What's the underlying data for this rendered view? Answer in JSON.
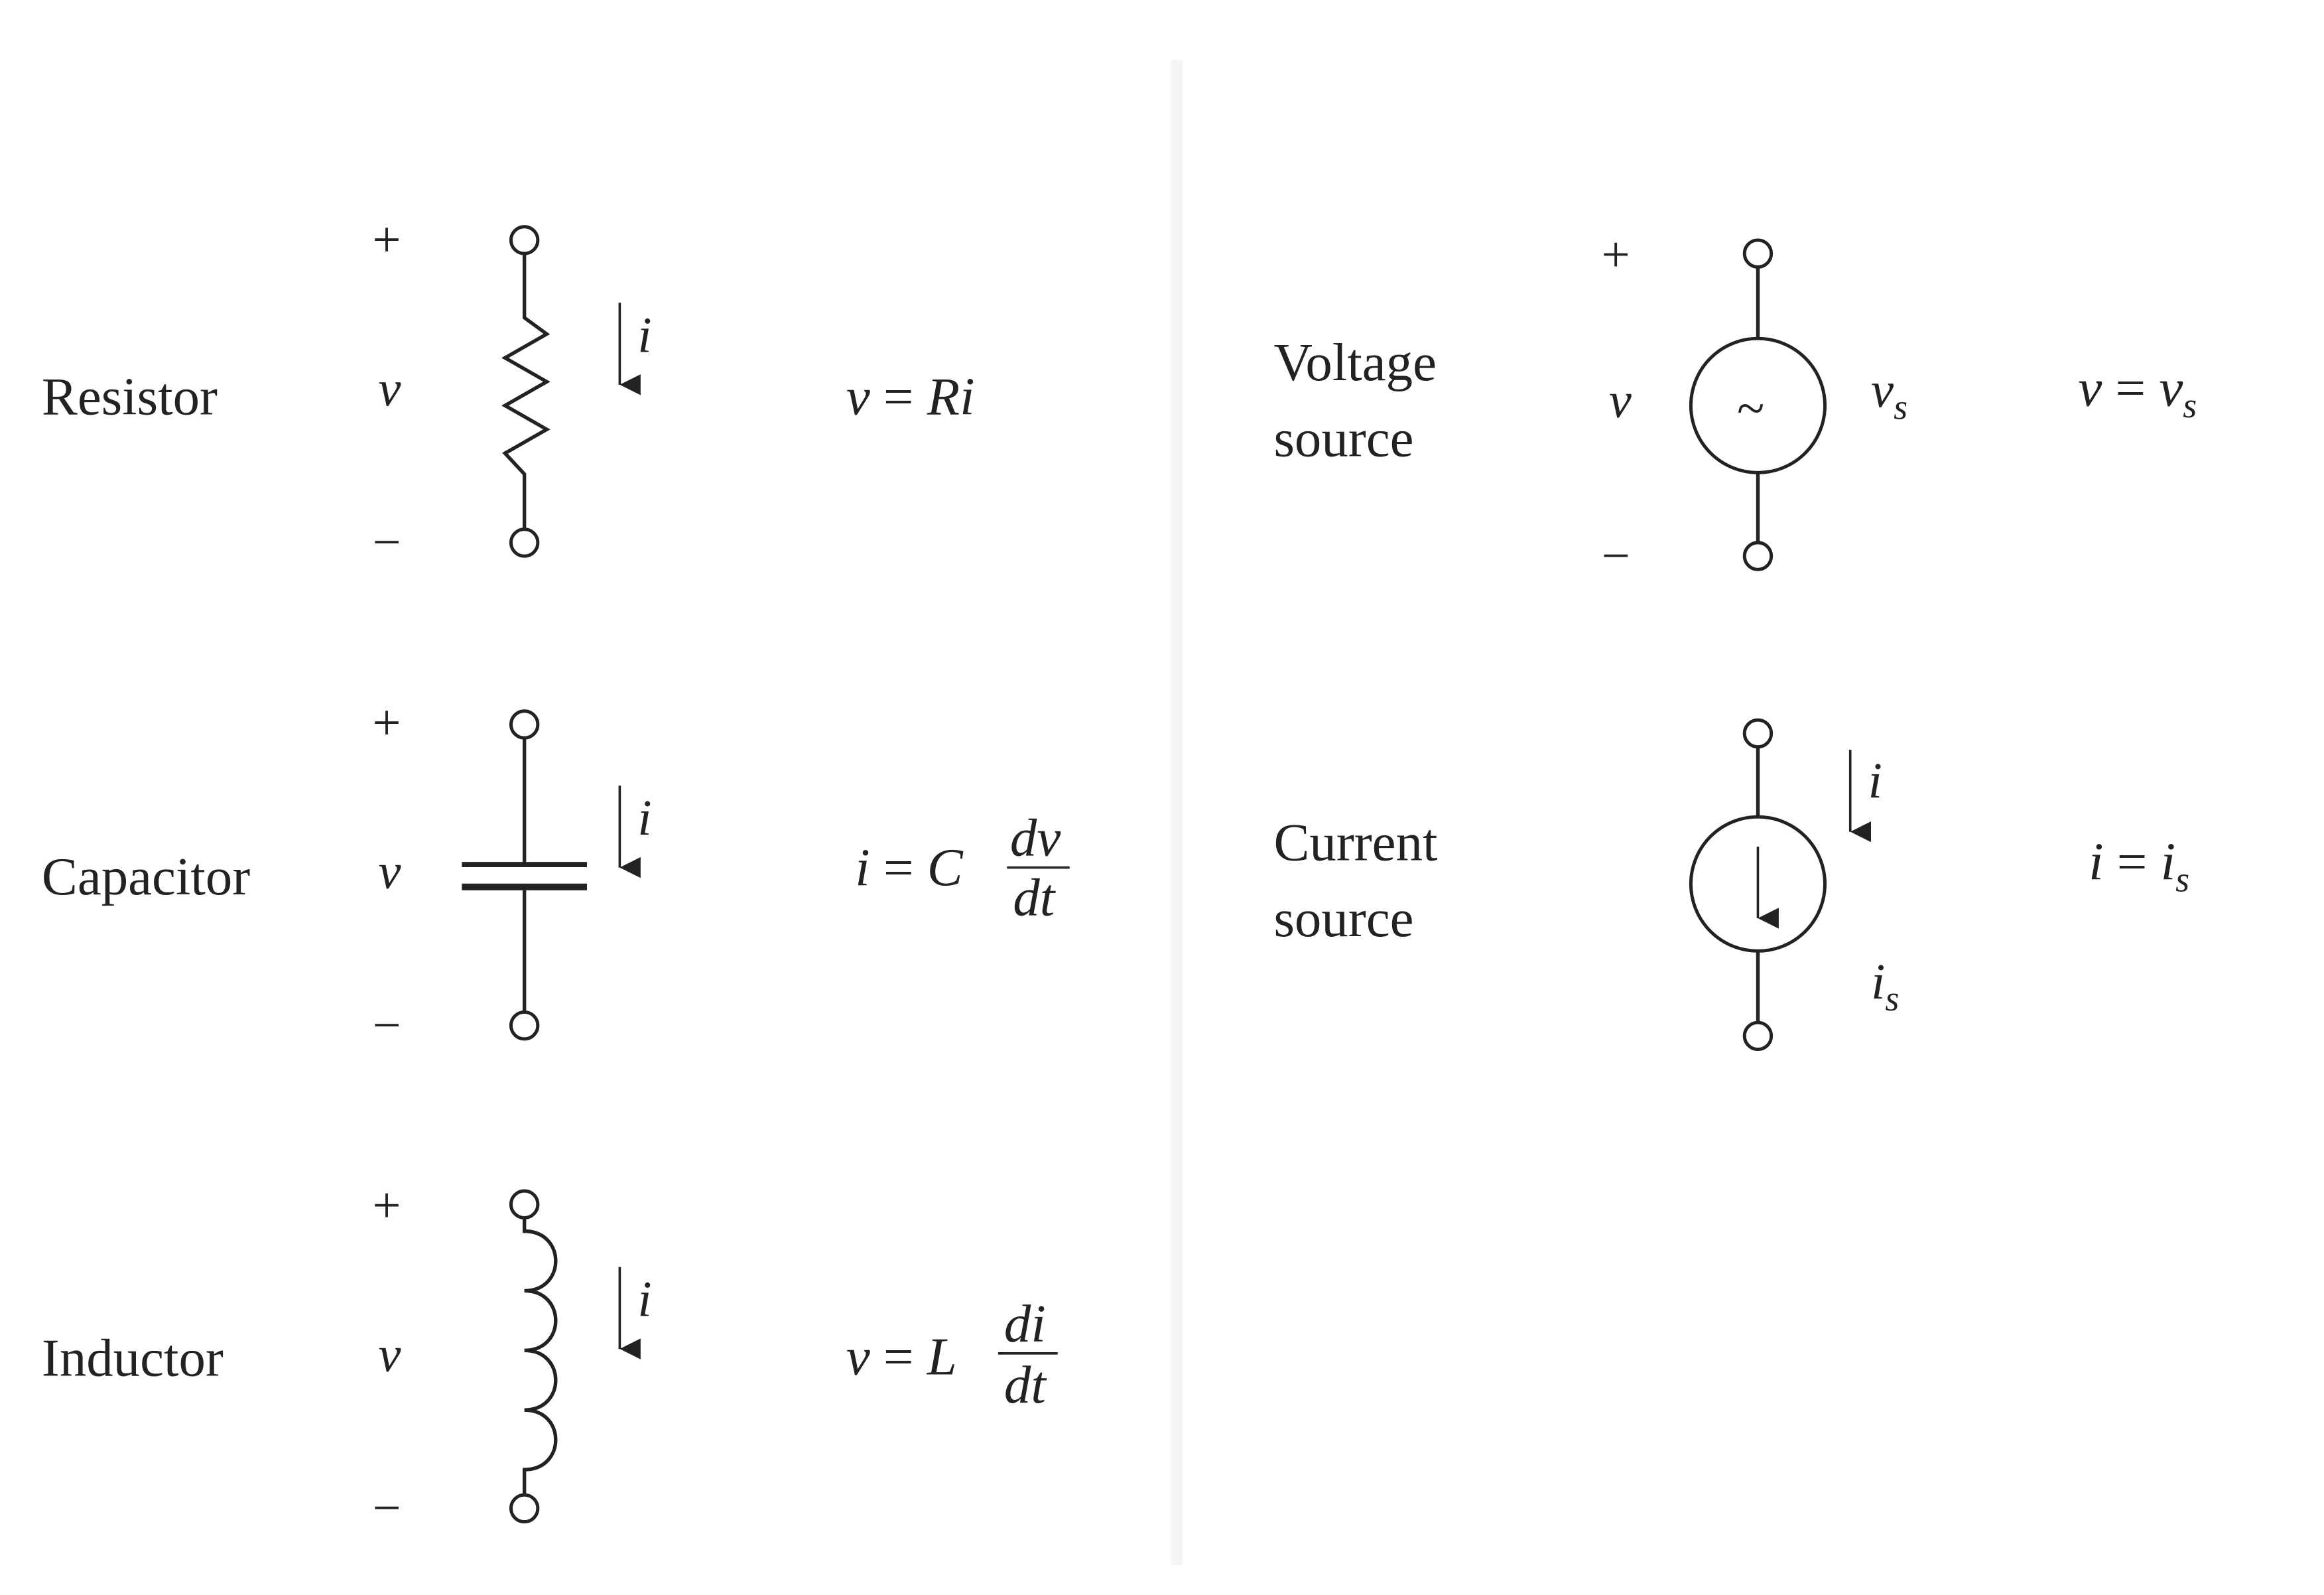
{
  "elements": {
    "resistor": {
      "name": "Resistor",
      "plus": "+",
      "minus": "−",
      "voltage": "v",
      "current": "i",
      "equation": {
        "lhs": "v",
        "eq": "=",
        "rhs": "Ri"
      }
    },
    "capacitor": {
      "name": "Capacitor",
      "plus": "+",
      "minus": "−",
      "voltage": "v",
      "current": "i",
      "equation": {
        "lhs": "i",
        "eq": "=",
        "coef": "C",
        "num": "dv",
        "den": "dt"
      }
    },
    "inductor": {
      "name": "Inductor",
      "plus": "+",
      "minus": "−",
      "voltage": "v",
      "current": "i",
      "equation": {
        "lhs": "v",
        "eq": "=",
        "coef": "L",
        "num": "di",
        "den": "dt"
      }
    },
    "voltage_source": {
      "name_line1": "Voltage",
      "name_line2": "source",
      "plus": "+",
      "minus": "−",
      "voltage": "v",
      "symbol": "~",
      "source_label": "v",
      "source_sub": "s",
      "equation": {
        "lhs": "v",
        "eq": "=",
        "rhs": "v",
        "rhs_sub": "s"
      }
    },
    "current_source": {
      "name_line1": "Current",
      "name_line2": "source",
      "current": "i",
      "source_label": "i",
      "source_sub": "s",
      "equation": {
        "lhs": "i",
        "eq": "=",
        "rhs": "i",
        "rhs_sub": "s"
      }
    }
  }
}
